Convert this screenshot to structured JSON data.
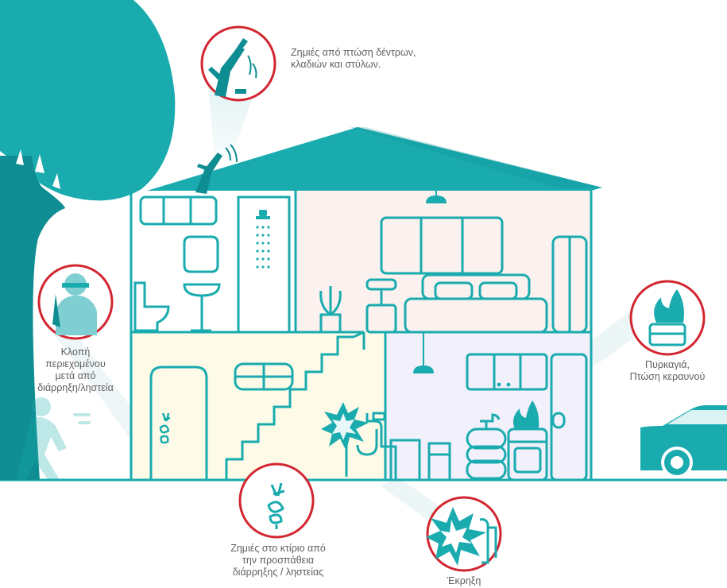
{
  "colors": {
    "teal": "#1aabaf",
    "teal_dark": "#0e8e92",
    "ring_red": "#d22630",
    "floor_yellow": "#fdfbe8",
    "room_pink": "#fbf1ee",
    "room_lavender": "#f1f0fb",
    "text_gray": "#606060"
  },
  "callouts": {
    "tree": {
      "icon": "fallen-branch-icon",
      "lines": [
        "Ζημιές από πτώση δέντρων,",
        "κλαδιών και στύλων."
      ]
    },
    "theft": {
      "icon": "thief-icon",
      "lines": [
        "Κλοπή",
        "περιεχομένου",
        "μετά από",
        "διάρρηξη/ληστεία"
      ]
    },
    "fire": {
      "icon": "fire-icon",
      "lines": [
        "Πυρκαγιά,",
        "Πτώση κεραυνού"
      ]
    },
    "break_in": {
      "icon": "broken-lock-icon",
      "lines": [
        "Ζημιές στο κτίριο από",
        "την προσπάθεια",
        "διάρρηξης / ληστείας"
      ]
    },
    "explosion": {
      "icon": "explosion-icon",
      "lines": [
        "Έκρηξη"
      ]
    }
  }
}
